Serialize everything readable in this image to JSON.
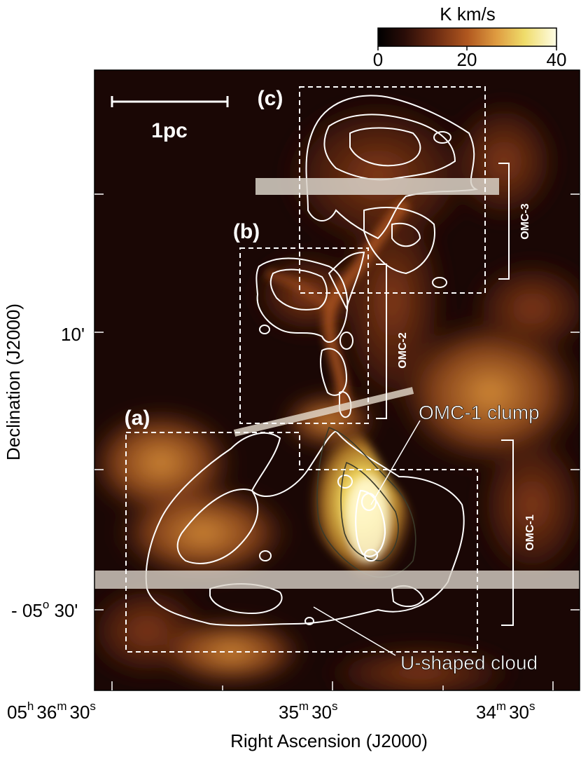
{
  "colorbar": {
    "unit": "K km/s",
    "ticks": [
      "0",
      "20",
      "40"
    ],
    "stops": [
      "#000000",
      "#2a0d08",
      "#6a2a12",
      "#b0571f",
      "#de9a40",
      "#efdc6a",
      "#fffde6"
    ]
  },
  "scale_bar": {
    "label": "1pc"
  },
  "panels": {
    "a": "(a)",
    "b": "(b)",
    "c": "(c)"
  },
  "regions": {
    "omc1": "OMC-1",
    "omc2": "OMC-2",
    "omc3": "OMC-3"
  },
  "annotations": {
    "omc1_clump": "OMC-1 clump",
    "u_shaped": "U-shaped cloud"
  },
  "axes": {
    "xlabel": "Right Ascension (J2000)",
    "ylabel": "Declination (J2000)",
    "y_ticks": [
      {
        "main": "10'",
        "sup": ""
      },
      {
        "main": "- 05",
        "sup": "o",
        "rest": " 30'"
      }
    ],
    "x_ticks": [
      {
        "h": "05",
        "hs": "h",
        "m": "36",
        "ms": "m",
        "s": "30",
        "ss": "s"
      },
      {
        "m": "35",
        "ms": "m",
        "s": "30",
        "ss": "s"
      },
      {
        "m": "34",
        "ms": "m",
        "s": "30",
        "ss": "s"
      }
    ]
  }
}
